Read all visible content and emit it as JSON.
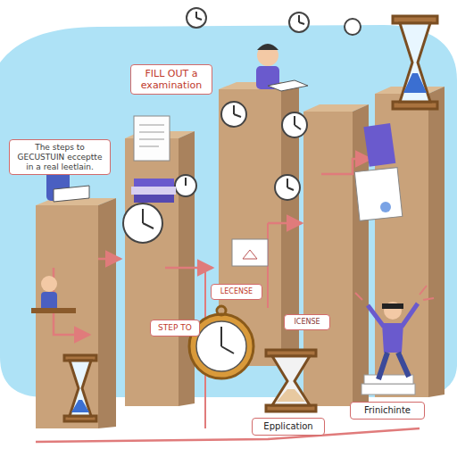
{
  "diagram": {
    "nodes": [
      {
        "text": [
          "The steps to GECUSTUIN ecceptte in a real leetlain."
        ]
      },
      {
        "text": [
          "FILL OUT a examination"
        ]
      },
      {
        "text": [
          "STEP TO"
        ]
      },
      {
        "text": [
          "LECENSE"
        ]
      },
      {
        "text": [
          "ICENSE"
        ]
      },
      {
        "text": [
          "Epplication"
        ]
      },
      {
        "text": [
          "Frinichinte"
        ]
      }
    ]
  }
}
